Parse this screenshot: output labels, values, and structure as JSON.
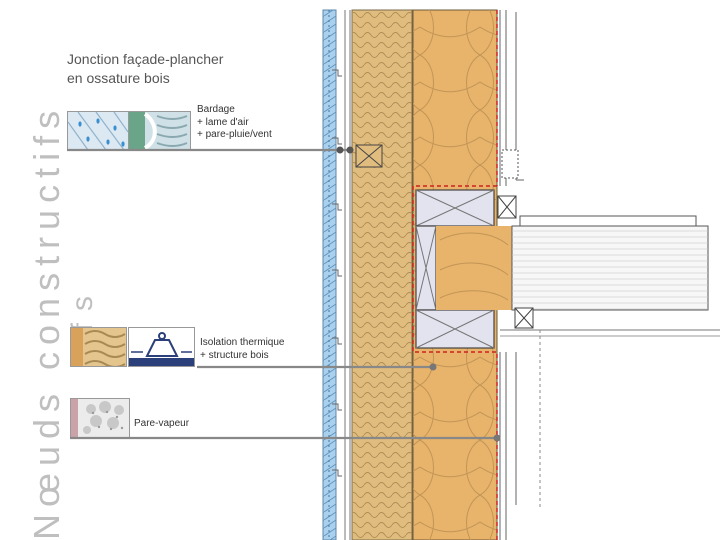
{
  "side_text": {
    "line1": "Nœuds constructifs",
    "line2": "ifs"
  },
  "title": {
    "line1": "Jonction façade-plancher",
    "line2": "en ossature bois"
  },
  "labels": {
    "bardage": {
      "line1": "Bardage",
      "line2": "+ lame d'air",
      "line3": "+ pare-pluie/vent"
    },
    "isolation": {
      "line1": "Isolation thermique",
      "line2": "+ structure bois"
    },
    "pare_vapeur": "Pare-vapeur"
  },
  "colors": {
    "insulation": "#e8b36a",
    "insulation_wave": "#c9a060",
    "mineral_wool": "#e0bd7e",
    "cladding": "#a9d0ec",
    "joist": "#e3e3ef",
    "leader": "#888888",
    "vapour_barrier": "#cc2222"
  },
  "icons": {
    "bardage": [
      "cladding-rain-icon",
      "air-gap-icon"
    ],
    "isolation": [
      "insulation-icon",
      "structure-weight-icon"
    ],
    "pare_vapeur": [
      "vapour-barrier-icon"
    ]
  }
}
